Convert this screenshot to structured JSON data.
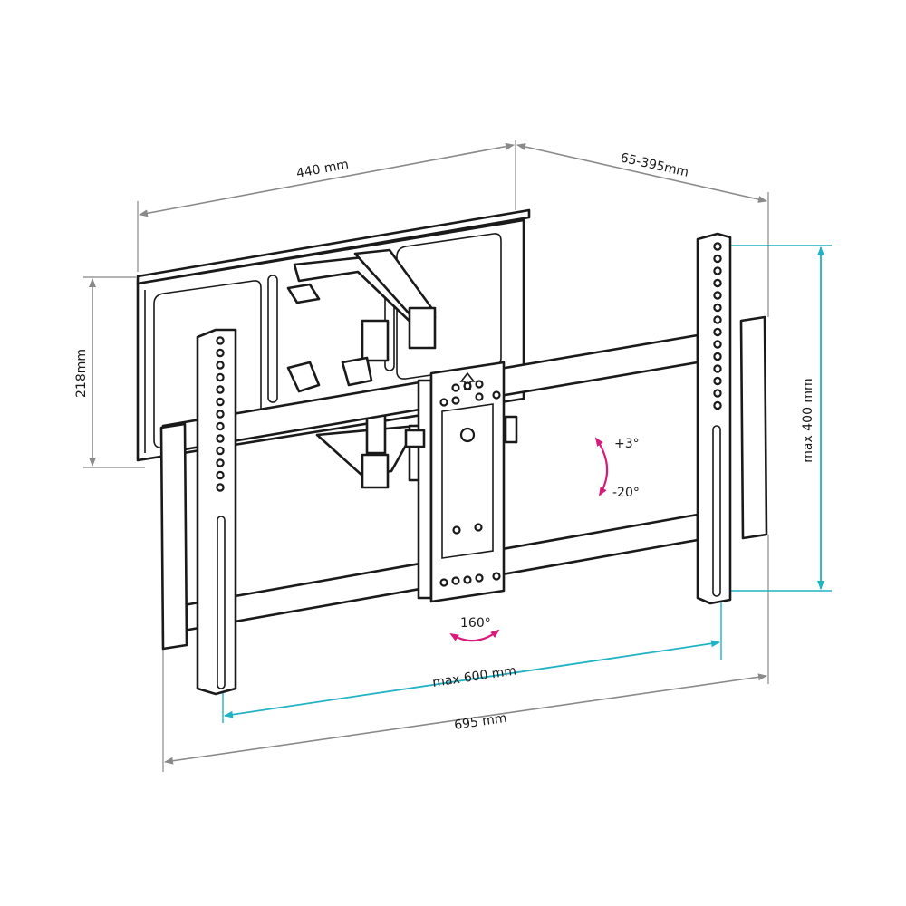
{
  "dimensions": {
    "width_wallplate": "440 mm",
    "extension": "65-395mm",
    "height_wallplate": "218mm",
    "max_vertical": "max 400 mm",
    "max_horizontal": "max 600 mm",
    "total_width": "695 mm"
  },
  "angles": {
    "tilt_up": "+3°",
    "tilt_down": "-20°",
    "swivel": "160°"
  },
  "colors": {
    "dimension_gray": "#8a8a8a",
    "dimension_cyan": "#1fb3c4",
    "angle_magenta": "#d81b7a",
    "line": "#1a1a1a"
  }
}
